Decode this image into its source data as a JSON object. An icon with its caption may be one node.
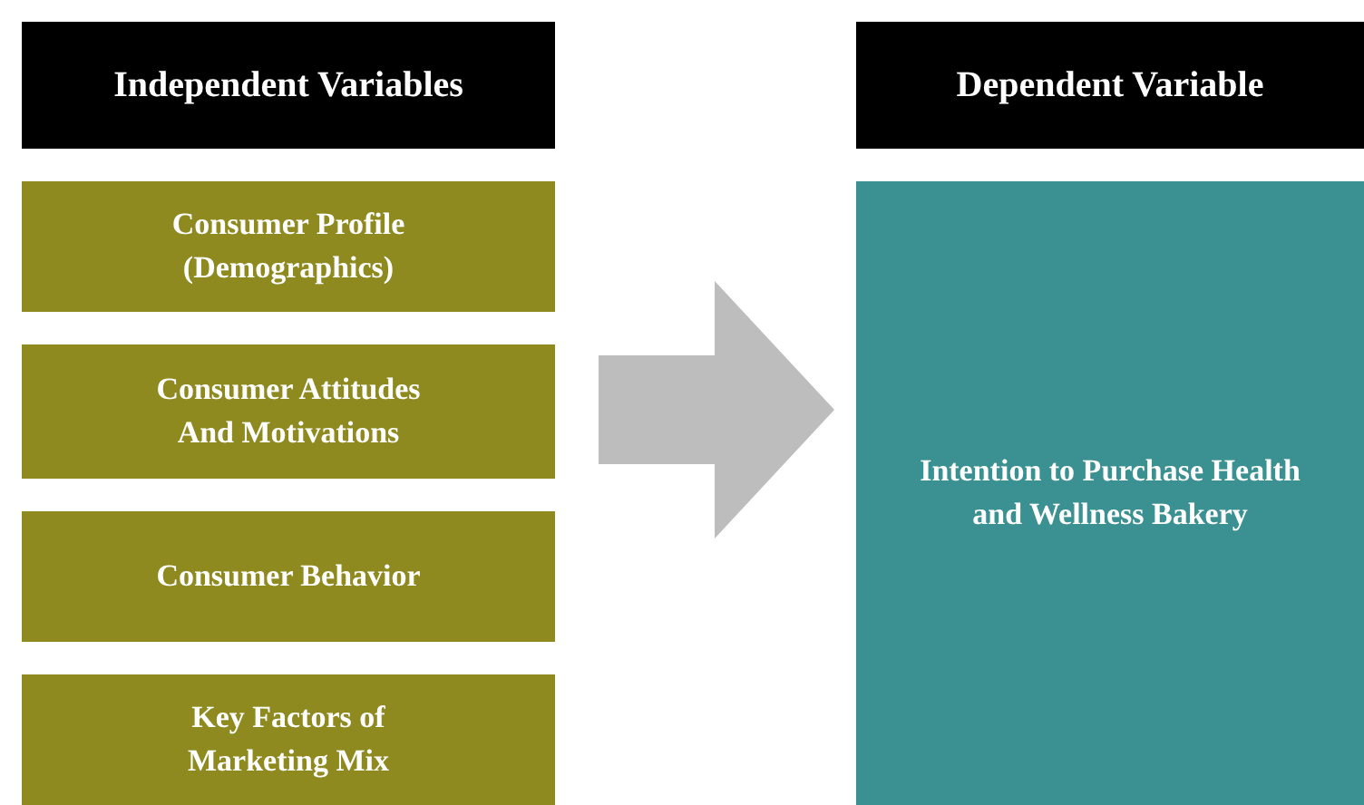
{
  "diagram": {
    "nodes": [
      {
        "text": [
          "Independent Variables"
        ]
      },
      {
        "text": [
          "Dependent Variable"
        ]
      },
      {
        "text": [
          "Consumer Profile (Demographics)"
        ]
      },
      {
        "text": [
          "Consumer Attitudes And Motivations"
        ]
      },
      {
        "text": [
          "Consumer Behavior"
        ]
      },
      {
        "text": [
          "Key Factors of Marketing Mix"
        ]
      },
      {
        "text": [
          "Intention to Purchase Health and Wellness Bakery"
        ]
      }
    ],
    "edges": [
      {
        "from": null,
        "to": 6,
        "arrow": "to"
      }
    ]
  }
}
